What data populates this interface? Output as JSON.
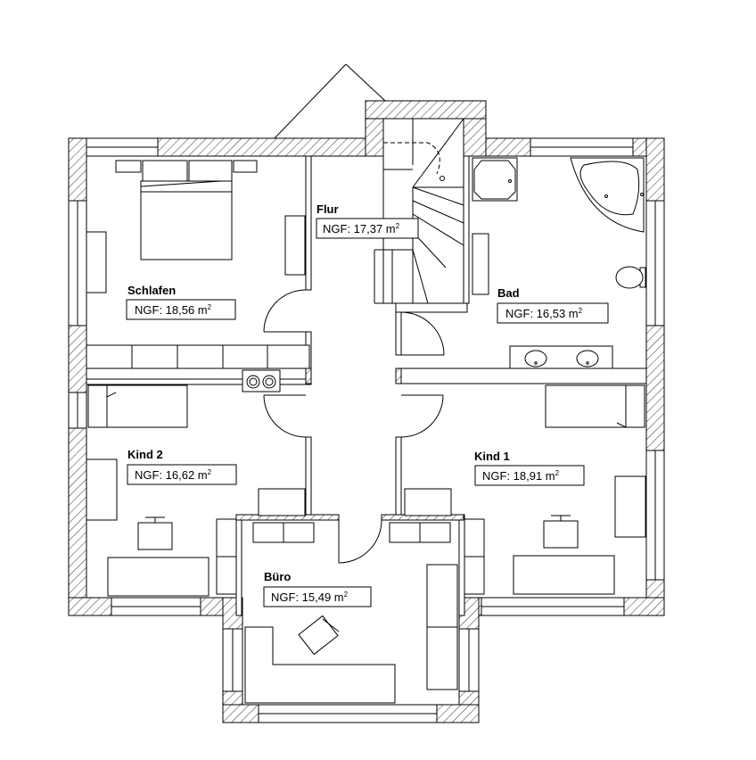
{
  "rooms": {
    "schlafen": {
      "name": "Schlafen",
      "area": "NGF: 18,56 m",
      "unit_sup": "2"
    },
    "flur": {
      "name": "Flur",
      "area": "NGF: 17,37 m",
      "unit_sup": "2"
    },
    "bad": {
      "name": "Bad",
      "area": "NGF: 16,53 m",
      "unit_sup": "2"
    },
    "kind2": {
      "name": "Kind 2",
      "area": "NGF: 16,62 m",
      "unit_sup": "2"
    },
    "kind1": {
      "name": "Kind 1",
      "area": "NGF: 18,91 m",
      "unit_sup": "2"
    },
    "buero": {
      "name": "Büro",
      "area": "NGF: 15,49 m",
      "unit_sup": "2"
    }
  },
  "colors": {
    "line": "#000000",
    "background": "#ffffff"
  }
}
